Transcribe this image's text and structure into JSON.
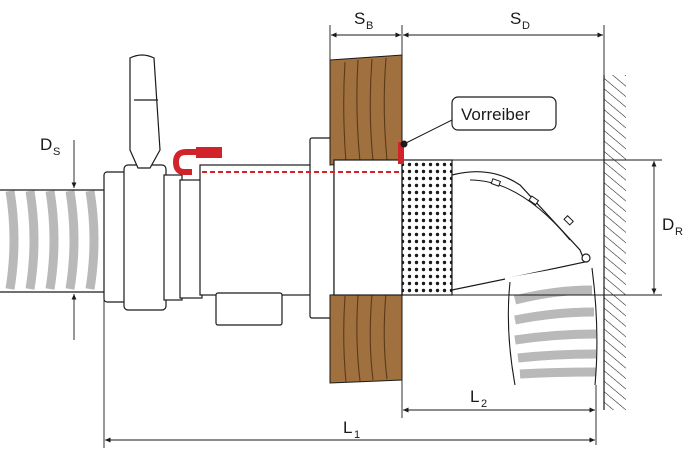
{
  "labels": {
    "sb_main": "S",
    "sb_sub": "B",
    "sd_main": "S",
    "sd_sub": "D",
    "ds_main": "D",
    "ds_sub": "S",
    "dr_main": "D",
    "dr_sub": "R",
    "l1_main": "L",
    "l1_sub": "1",
    "l2_main": "L",
    "l2_sub": "2",
    "callout": "Vorreiber"
  },
  "colors": {
    "wood": "#a0703f",
    "wood_dark": "#5a3a1a",
    "handle_red": "#d2232a",
    "hose_gray": "#b9b9b9",
    "body_fill": "#ffffff",
    "line": "#1a1a1a"
  }
}
